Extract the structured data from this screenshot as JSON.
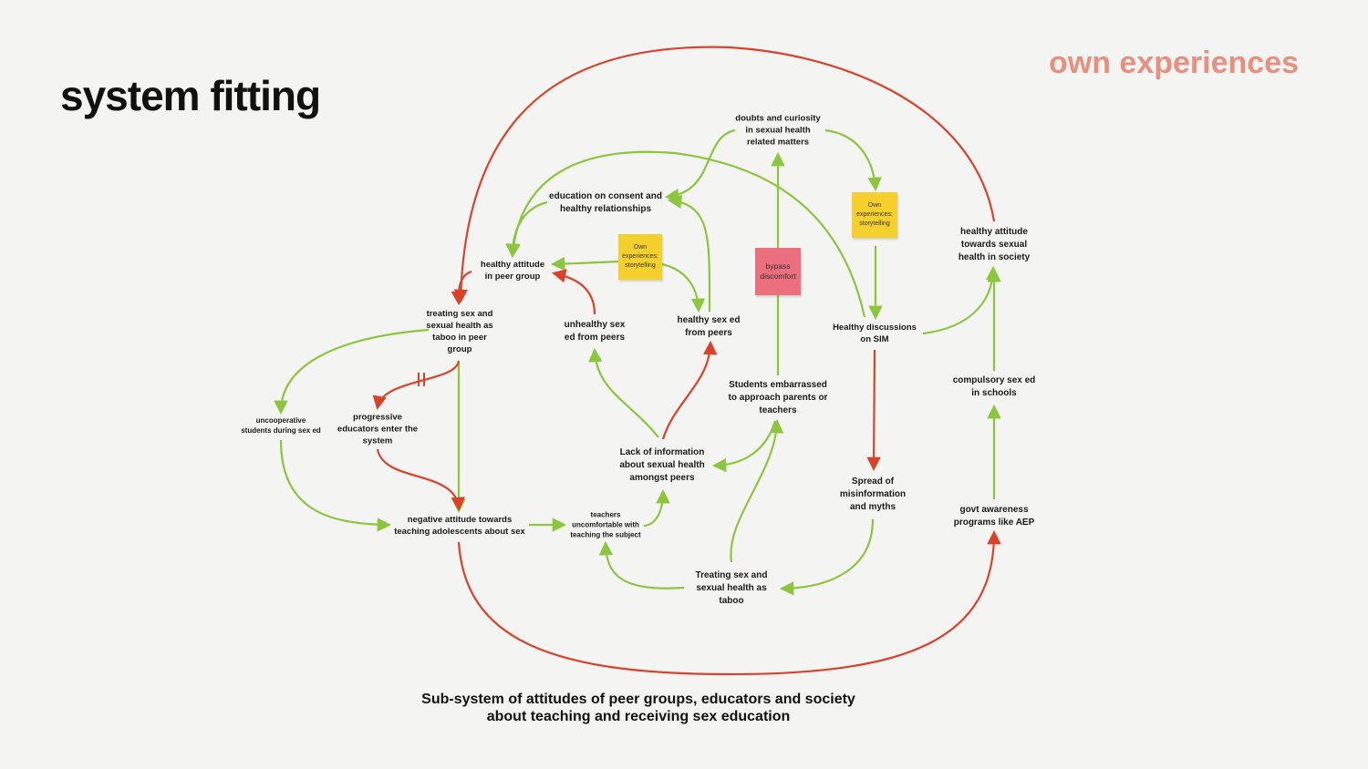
{
  "header": {
    "title": "system fitting",
    "subtitle": "own experiences"
  },
  "caption": {
    "line1": "Sub-system of attitudes of peer groups, educators and society",
    "line2": "about teaching and receiving sex education"
  },
  "colors": {
    "positive_link": "#8cc63f",
    "negative_link": "#d9432b",
    "subtitle": "#e8907f",
    "sticky_yellow": "#f5d02c",
    "sticky_pink": "#ec6f7d"
  },
  "nodes": {
    "doubts": "doubts and curiosity\nin sexual health\nrelated matters",
    "education_consent": "education on consent and\nhealthy relationships",
    "healthy_peer": "healthy attitude\nin peer group",
    "treating_taboo_peer": "treating sex and\nsexual health as\ntaboo in peer\ngroup",
    "unhealthy_sexed": "unhealthy sex\ned from peers",
    "healthy_sexed": "healthy sex ed\nfrom peers",
    "healthy_discussions": "Healthy discussions\non SIM",
    "healthy_society": "healthy attitude\ntowards sexual\nhealth in society",
    "compulsory": "compulsory sex ed\nin schools",
    "uncooperative": "uncooperative\nstudents during sex ed",
    "progressive": "progressive\neducators enter the\nsystem",
    "students_embarrassed": "Students embarrassed\nto approach parents or\nteachers",
    "lack_info": "Lack of information\nabout sexual health\namongst peers",
    "spread_misinfo": "Spread of\nmisinformation\nand myths",
    "negative_attitude": "negative attitude towards\nteaching adolescents about sex",
    "teachers_uncomfortable": "teachers\nuncomfortable with\nteaching the subject",
    "govt_awareness": "govt awareness\nprograms like AEP",
    "treating_taboo": "Treating sex and\nsexual health as\ntaboo"
  },
  "stickies": {
    "own_exp_1": "Own\nexperiences:\nstorytelling",
    "own_exp_2": "Own\nexperiences:\nstorytelling",
    "bypass": "bypass\ndiscomfort"
  }
}
